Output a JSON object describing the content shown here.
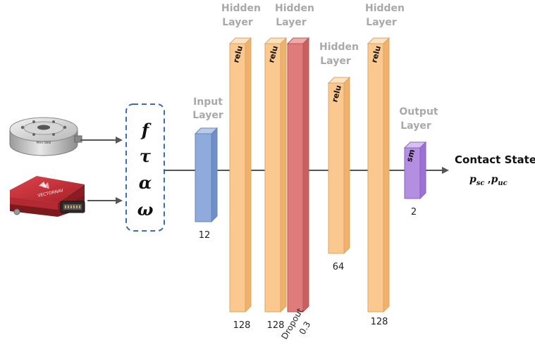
{
  "colors": {
    "input_layer": "#8faadc",
    "hidden_layer": "#fbc98f",
    "dropout_layer": "#e07b7b",
    "output_layer": "#b48ee0",
    "arrow": "#555555",
    "label_grey": "#a9a9a9",
    "input_box_border": "#3a6db5"
  },
  "sensors": {
    "force_torque_sensor": {
      "text": "Mini 58SI",
      "icon": "force-torque-sensor-image"
    },
    "imu_sensor": {
      "text": "VECTORNAV",
      "icon": "imu-sensor-image"
    }
  },
  "input_features": [
    "f",
    "τ",
    "α",
    "ω"
  ],
  "layers": {
    "input": {
      "label_line1": "Input",
      "label_line2": "Layer",
      "units": "12"
    },
    "hidden1": {
      "label_line1": "Hidden",
      "label_line2": "Layer",
      "activation": "relu",
      "units": "128"
    },
    "hidden2": {
      "label_line1": "Hidden",
      "label_line2": "Layer",
      "activation": "relu",
      "units": "128"
    },
    "dropout": {
      "label_line1": "Dropout",
      "label_line2": "0.3"
    },
    "hidden3": {
      "label_line1": "Hidden",
      "label_line2": "Layer",
      "activation": "relu",
      "units": "64"
    },
    "hidden4": {
      "label_line1": "Hidden",
      "label_line2": "Layer",
      "activation": "relu",
      "units": "128"
    },
    "output": {
      "label_line1": "Output",
      "label_line2": "Layer",
      "activation": "sm",
      "units": "2"
    }
  },
  "result": {
    "title": "Contact State",
    "p_sc_base": "p",
    "p_sc_sub": "sc",
    "separator": " ,",
    "p_uc_base": "p",
    "p_uc_sub": "uc"
  }
}
